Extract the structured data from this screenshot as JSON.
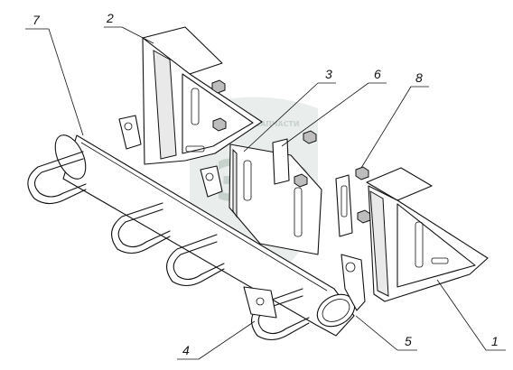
{
  "watermark": {
    "top_text": "АЛЬФА-ЗАПЧАСТИ",
    "logo_text": "ЭФ"
  },
  "callouts": [
    "7",
    "2",
    "3",
    "6",
    "8",
    "4",
    "5",
    "1"
  ]
}
